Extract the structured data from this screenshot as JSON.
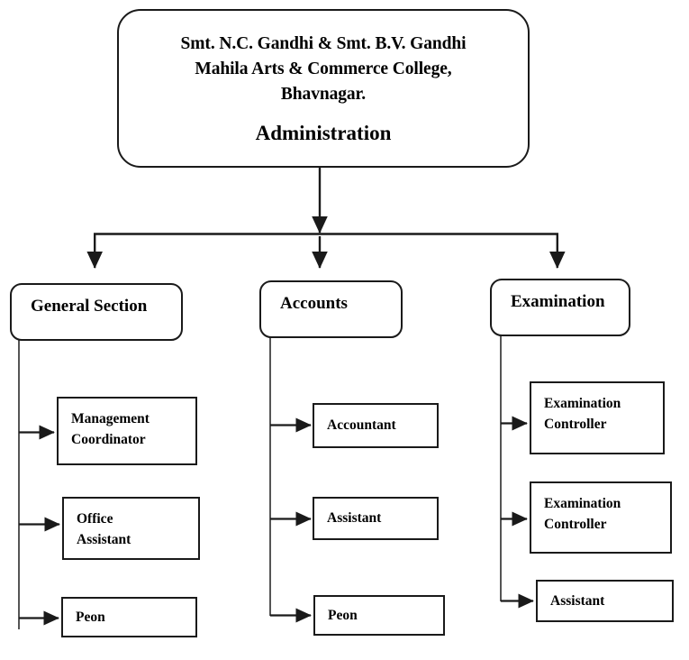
{
  "diagram": {
    "type": "organization-chart",
    "orientation": "top-down",
    "line_color": "#1a1a1a",
    "box_fill": "#ffffff",
    "text_color": "#000000"
  },
  "root": {
    "institution_line1": "Smt. N.C. Gandhi & Smt. B.V. Gandhi",
    "institution_line2": "Mahila Arts & Commerce College,",
    "institution_line3": "Bhavnagar.",
    "heading": "Administration"
  },
  "departments": [
    {
      "label": "General Section",
      "staff": [
        {
          "line1": "Management",
          "line2": "Coordinator"
        },
        {
          "line1": "Office",
          "line2": "Assistant"
        },
        {
          "line1": "Peon",
          "line2": ""
        }
      ]
    },
    {
      "label": "Accounts",
      "staff": [
        {
          "line1": "Accountant",
          "line2": ""
        },
        {
          "line1": "Assistant",
          "line2": ""
        },
        {
          "line1": "Peon",
          "line2": ""
        }
      ]
    },
    {
      "label": "Examination",
      "staff": [
        {
          "line1": "Examination",
          "line2": "Controller"
        },
        {
          "line1": "Examination",
          "line2": "Controller"
        },
        {
          "line1": "Assistant",
          "line2": ""
        }
      ]
    }
  ]
}
